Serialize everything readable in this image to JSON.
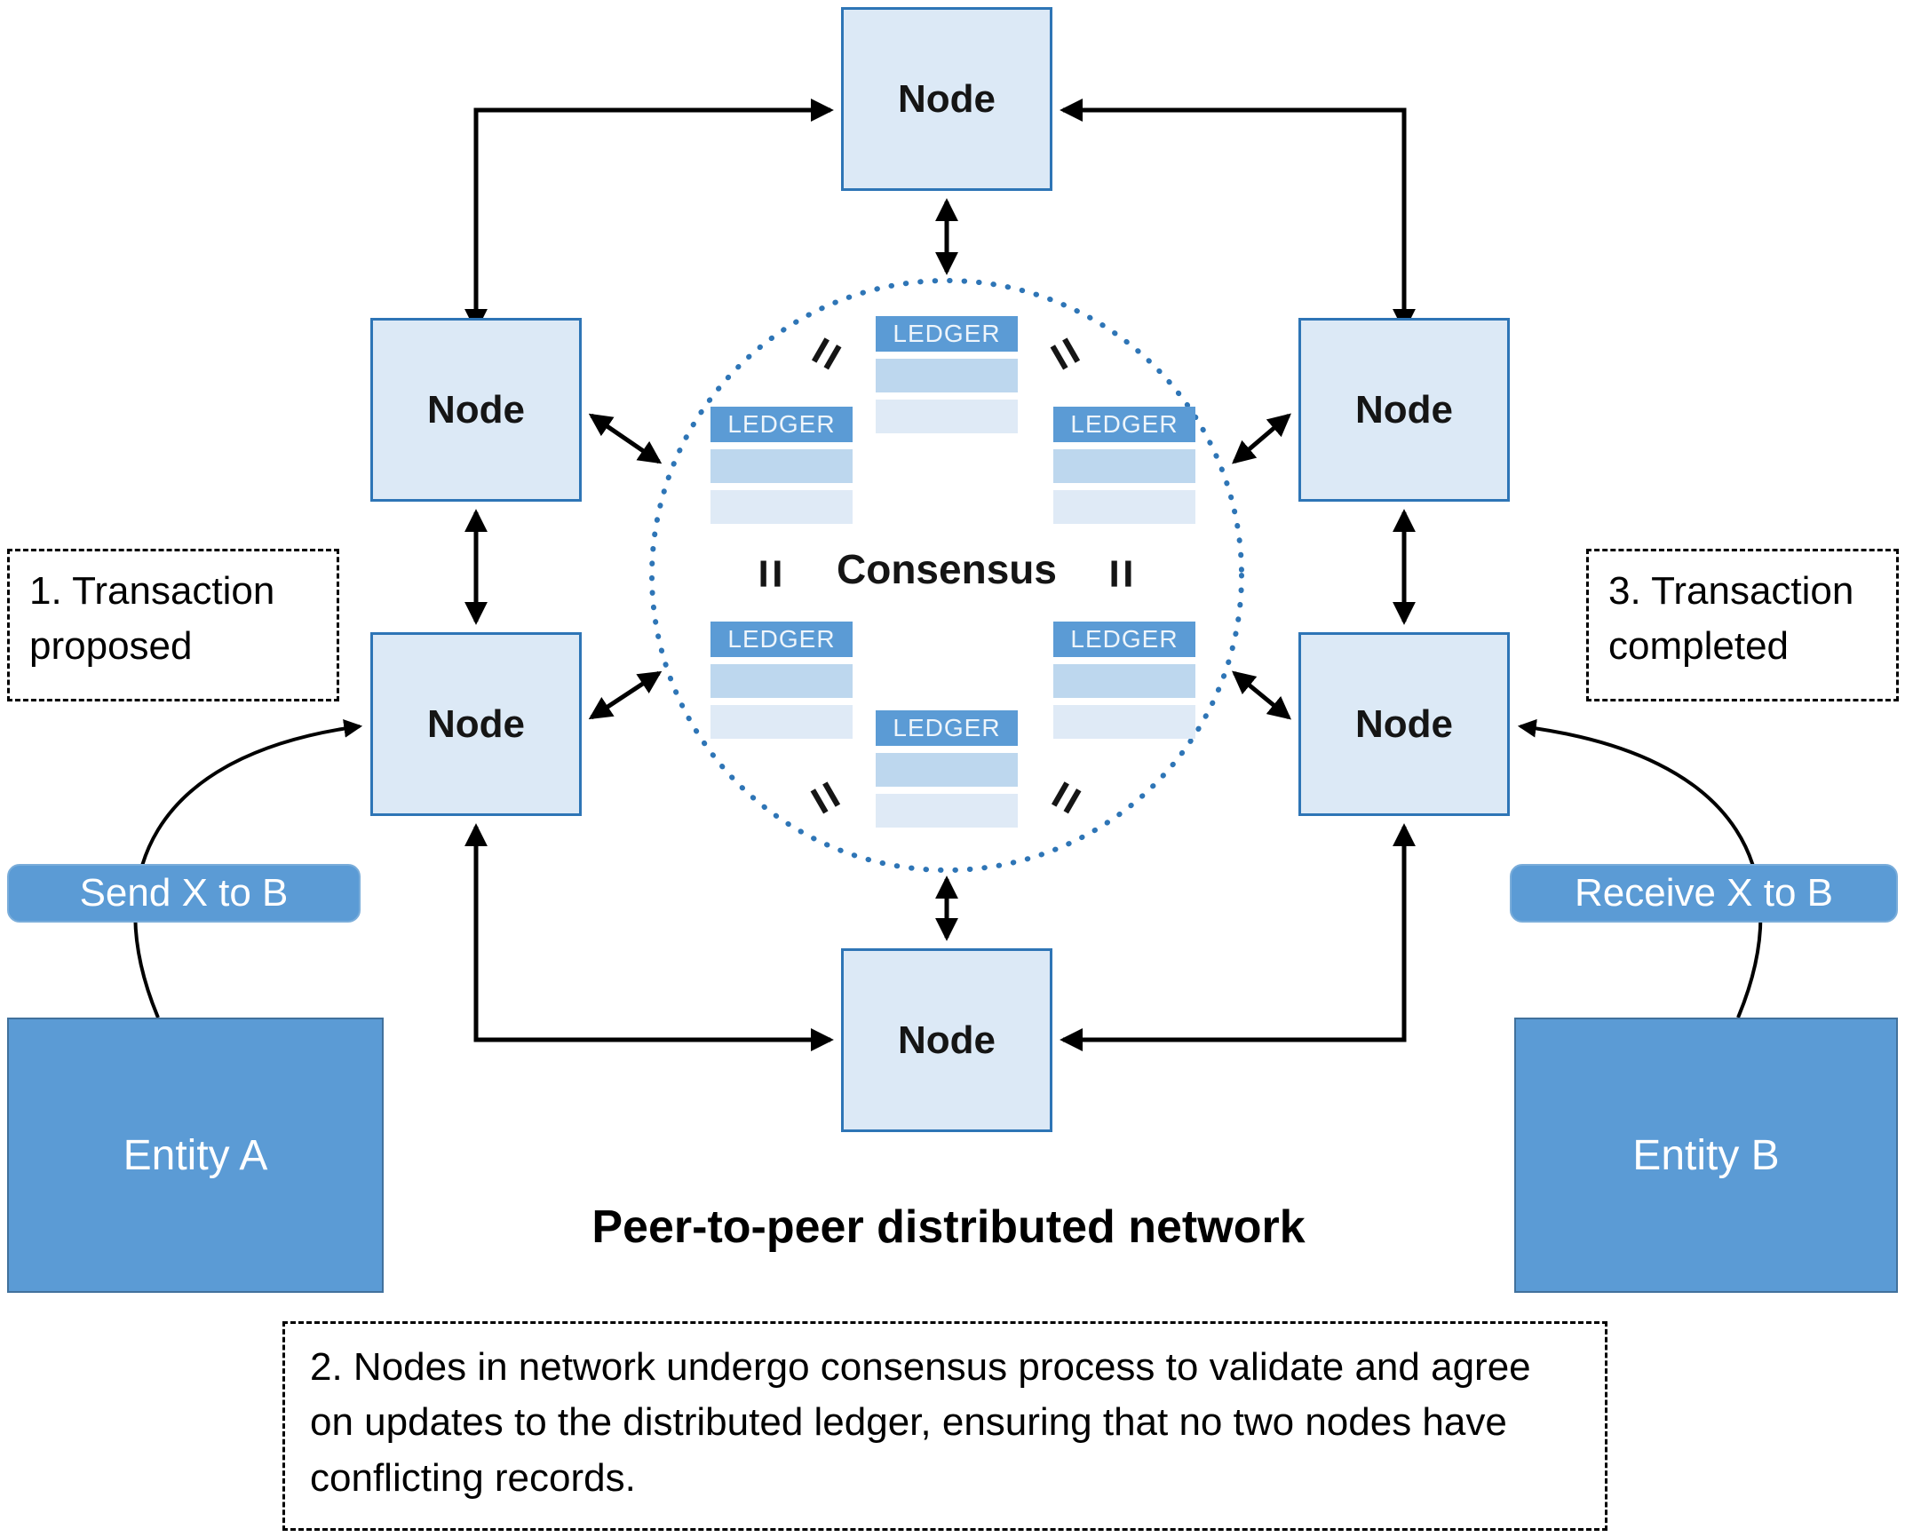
{
  "diagram": {
    "title": "Peer-to-peer distributed network",
    "consensus_label": "Consensus",
    "equals_glyph": "=",
    "nodes": [
      "Node",
      "Node",
      "Node",
      "Node",
      "Node",
      "Node"
    ],
    "ledgers": [
      {
        "header": "LEDGER"
      },
      {
        "header": "LEDGER"
      },
      {
        "header": "LEDGER"
      },
      {
        "header": "LEDGER"
      },
      {
        "header": "LEDGER"
      },
      {
        "header": "LEDGER"
      }
    ],
    "annotations": {
      "step1": "1. Transaction proposed",
      "step3": "3. Transaction completed",
      "step2": "2. Nodes in network undergo consensus process to validate and agree on updates to the distributed ledger, ensuring that no two nodes have conflicting records."
    },
    "flow_labels": {
      "send": "Send X to B",
      "receive": "Receive X to B"
    },
    "entities": {
      "a": "Entity A",
      "b": "Entity B"
    },
    "colors": {
      "node_fill": "#dce9f6",
      "node_border": "#2e75b6",
      "entity_fill": "#5b9bd5",
      "ledger_header_fill": "#5b9bd5",
      "ledger_row_fill": "#bdd7ee",
      "ledger_row_fill_light": "#dfeaf6",
      "consensus_circle_stroke": "#2e75b6",
      "arrow_color": "#000000"
    }
  }
}
